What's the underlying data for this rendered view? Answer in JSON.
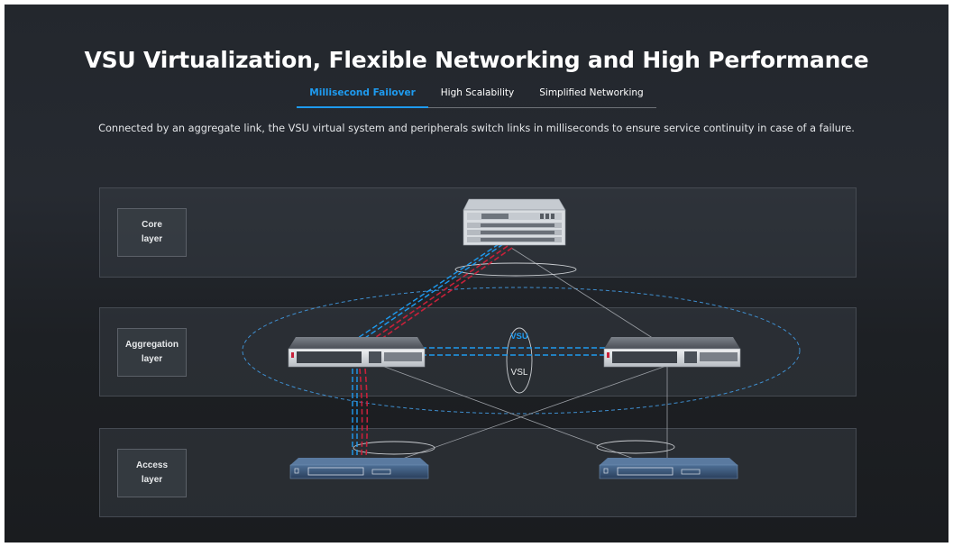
{
  "title": "VSU Virtualization, Flexible Networking and High Performance",
  "tabs": [
    {
      "label": "Millisecond Failover",
      "active": true
    },
    {
      "label": "High Scalability",
      "active": false
    },
    {
      "label": "Simplified Networking",
      "active": false
    }
  ],
  "description": "Connected by an aggregate link, the VSU virtual system and peripherals switch links in milliseconds to ensure service continuity in case of a failure.",
  "layers": {
    "core": {
      "line1": "Core",
      "line2": "layer"
    },
    "aggregation": {
      "line1": "Aggregation",
      "line2": "layer"
    },
    "access": {
      "line1": "Access",
      "line2": "layer"
    }
  },
  "diagram": {
    "vsu_label": "VSU",
    "vsl_label": "VSL"
  },
  "colors": {
    "accent_blue": "#1e9bf0",
    "failover_red": "#c8213a",
    "text_white": "#ffffff"
  },
  "icons": {
    "core_device": "chassis-switch-icon",
    "aggregation_device": "rack-switch-icon",
    "access_device": "access-switch-icon"
  }
}
